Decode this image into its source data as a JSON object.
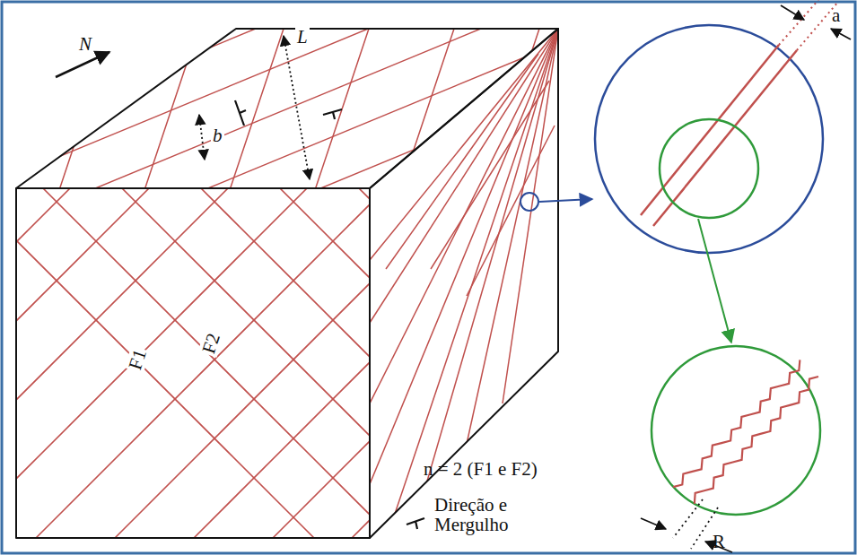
{
  "diagram": {
    "labels": [
      "N",
      "L",
      "b",
      "F1",
      "F2",
      "a",
      "R",
      "n = 2 (F1 e F2)",
      "Direção e Mergulho"
    ]
  }
}
